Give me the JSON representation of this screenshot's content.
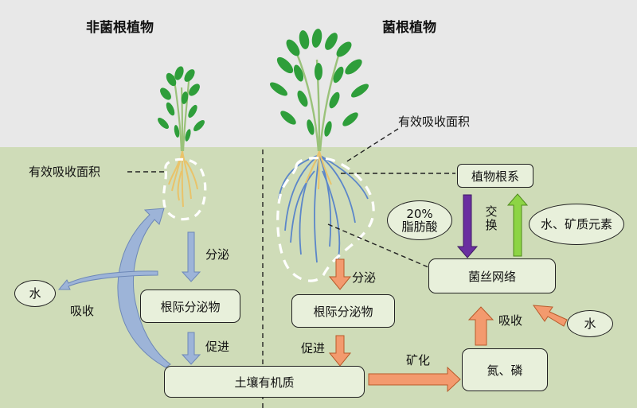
{
  "left": {
    "title": "非菌根植物",
    "area_label": "有效吸收面积",
    "water": "水",
    "absorb": "吸收",
    "secrete": "分泌",
    "exudates": "根际分泌物",
    "promote": "促进"
  },
  "right": {
    "title": "菌根植物",
    "area_label": "有效吸收面积",
    "secrete": "分泌",
    "exudates": "根际分泌物",
    "promote": "促进",
    "root_system": "植物根系",
    "fatty_acid_pct": "20%",
    "fatty_acid": "脂肪酸",
    "exchange": "交换",
    "water_minerals": "水、矿质元素",
    "hyphae_network": "菌丝网络",
    "absorb": "吸收",
    "water": "水",
    "mineralize": "矿化",
    "n_p": "氮、磷"
  },
  "shared": {
    "soil_organic_matter": "土壤有机质"
  },
  "colors": {
    "sky": "#e8e8e8",
    "soil": "#cfdcb8",
    "box_fill": "#e8f0db",
    "blue_arrow": "#9db4d8",
    "orange_arrow": "#f39a6e",
    "purple_arrow": "#6a2fa0",
    "green_arrow": "#8dd445",
    "leaf": "#2e9e3a",
    "root_yellow": "#e9c36a",
    "hyphae_blue": "#5b86c9"
  }
}
